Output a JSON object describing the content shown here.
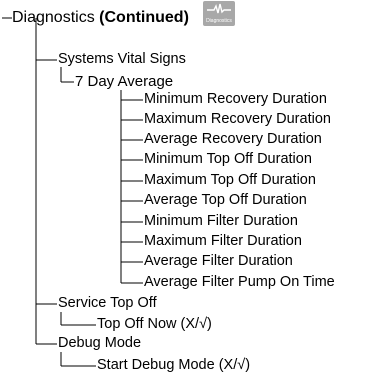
{
  "root": {
    "label": "Diagnostics",
    "suffix": "(Continued)",
    "badge_icon": "waveform-icon",
    "badge_text": "Diagnostics"
  },
  "branches": [
    {
      "label": "Systems Vital Signs",
      "children": [
        {
          "label": "7 Day Average",
          "children": [
            "Minimum Recovery Duration",
            "Maximum Recovery Duration",
            "Average Recovery Duration",
            "Minimum Top Off Duration",
            "Maximum Top Off Duration",
            "Average Top Off Duration",
            "Minimum Filter Duration",
            "Maximum Filter Duration",
            "Average Filter Duration",
            "Average Filter Pump On Time"
          ]
        }
      ]
    },
    {
      "label": "Service Top Off",
      "children": [
        {
          "label": "Top Off Now (X/√)"
        }
      ]
    },
    {
      "label": "Debug Mode",
      "children": [
        {
          "label": "Start Debug Mode (X/√)"
        }
      ]
    }
  ]
}
